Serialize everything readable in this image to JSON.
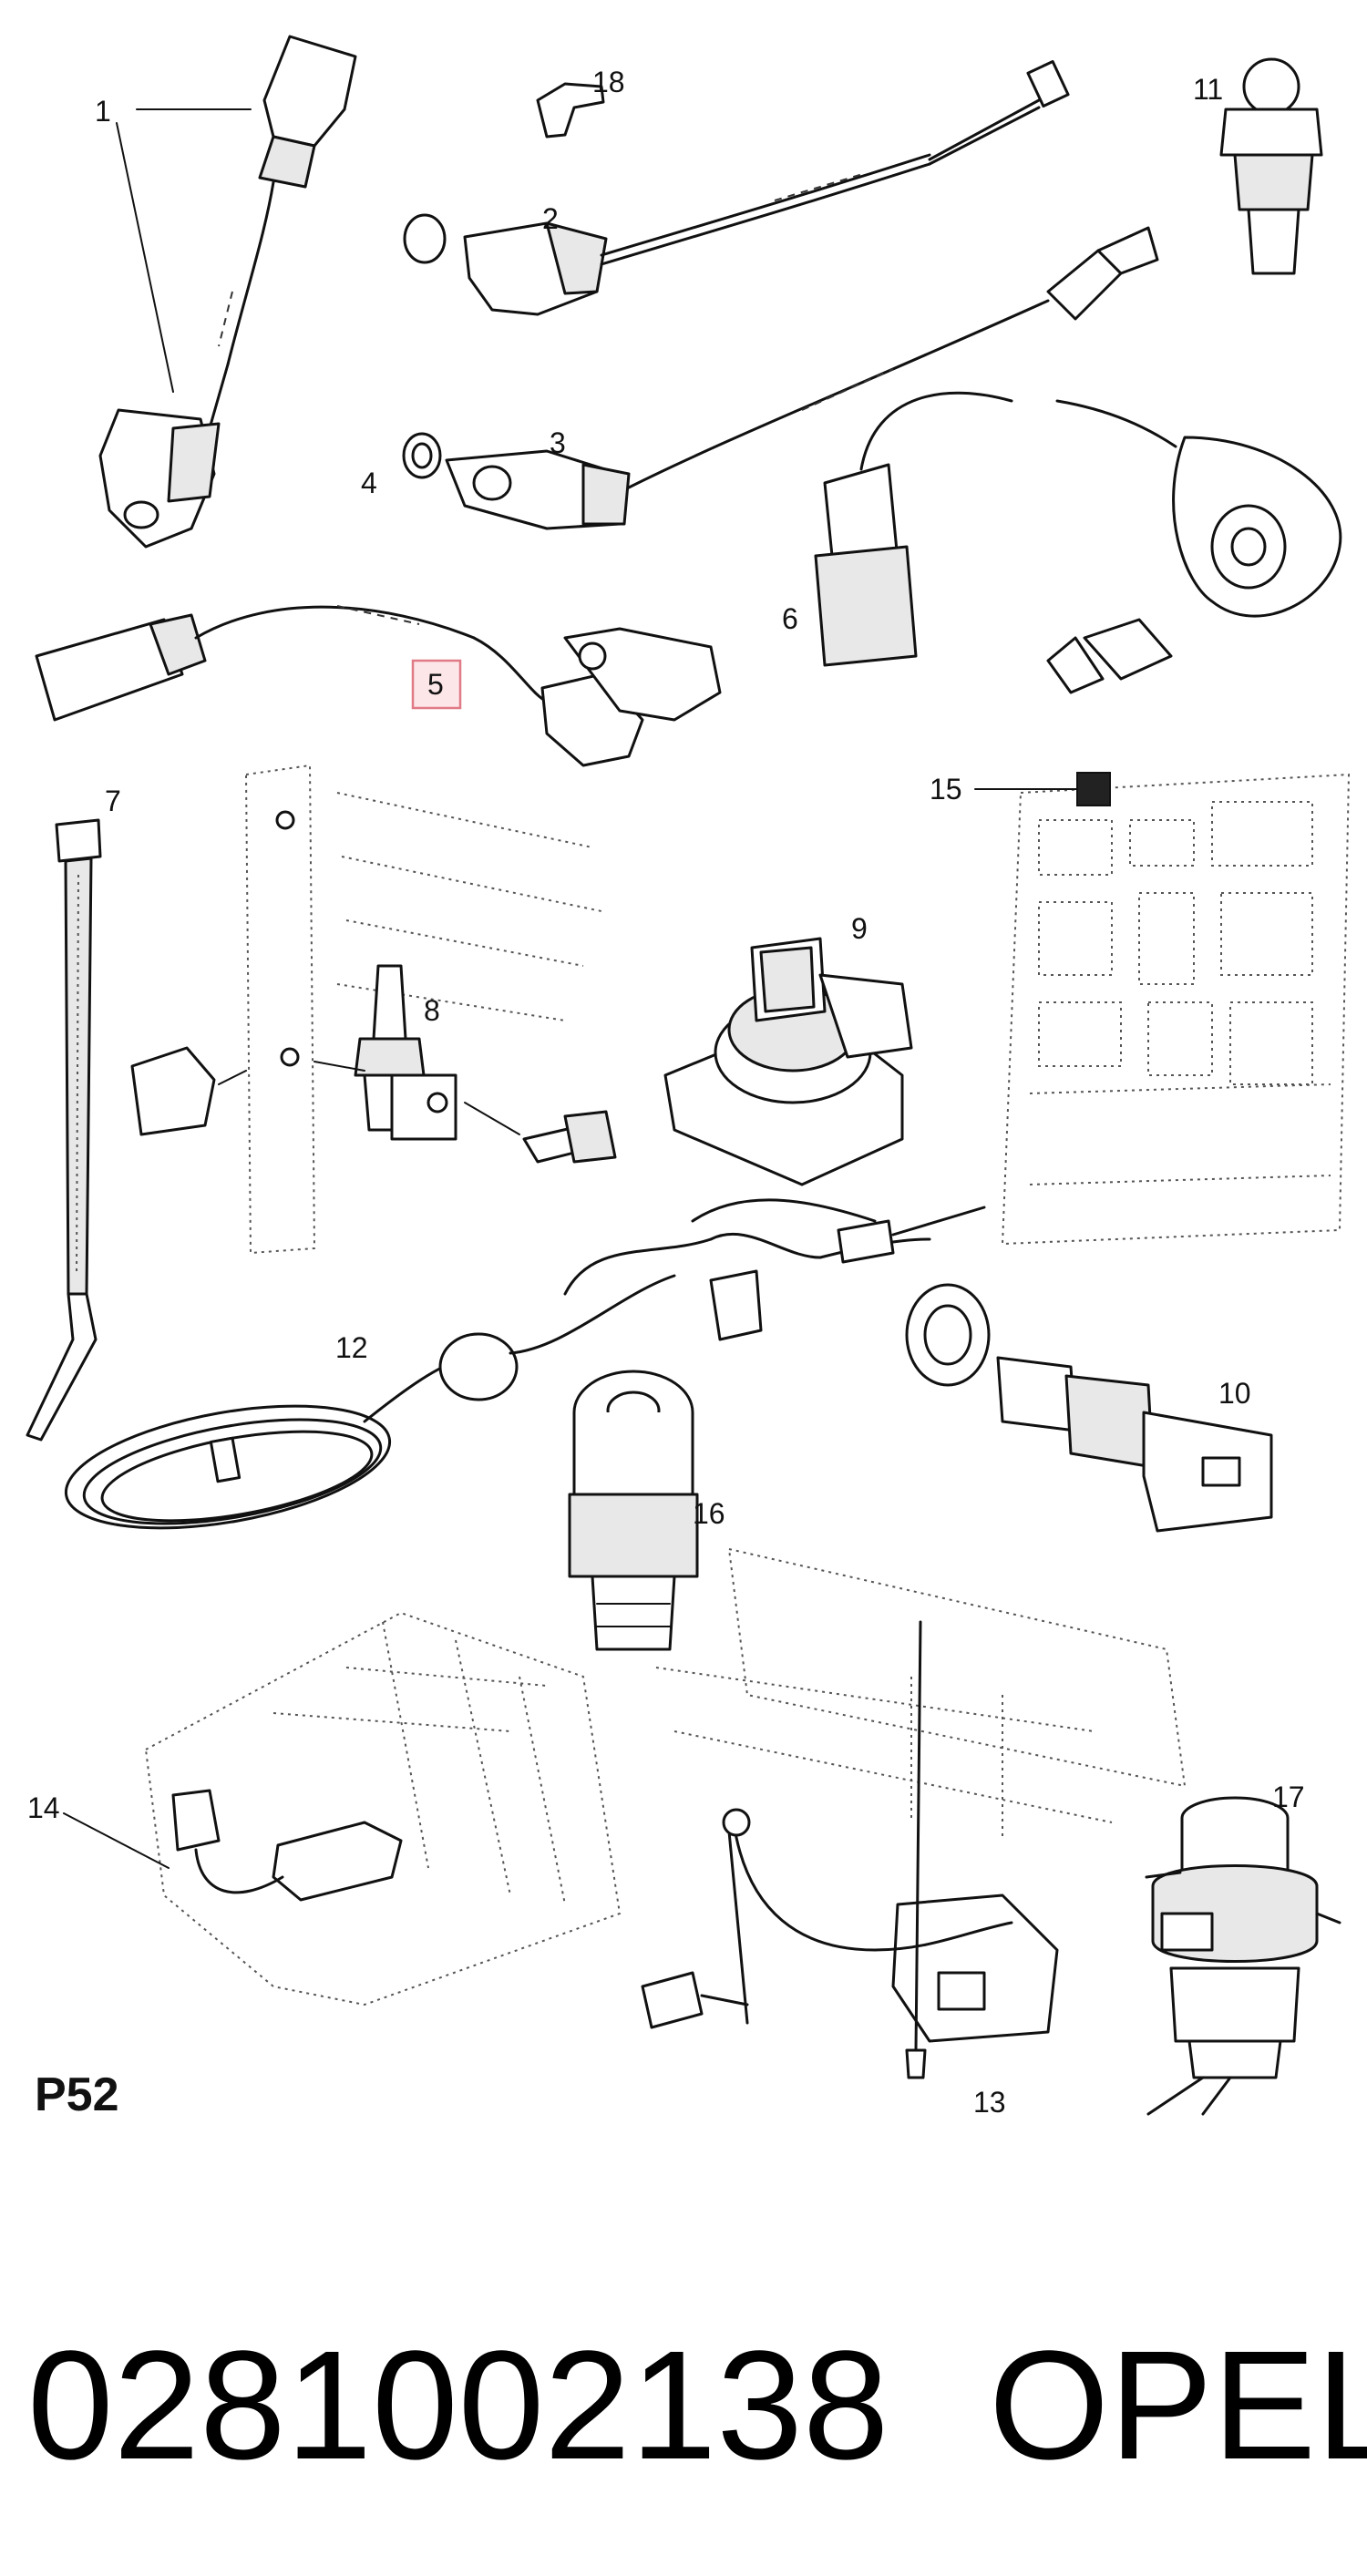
{
  "callouts": {
    "c1": "1",
    "c2": "2",
    "c3": "3",
    "c4": "4",
    "c5": "5",
    "c6": "6",
    "c7": "7",
    "c8": "8",
    "c9": "9",
    "c10": "10",
    "c11": "11",
    "c12": "12",
    "c13": "13",
    "c14": "14",
    "c15": "15",
    "c16": "16",
    "c17": "17",
    "c18": "18"
  },
  "sheet_code": "P52",
  "part_number": "0281002138",
  "brand": "OPEL",
  "highlight_color": "#e07a86"
}
